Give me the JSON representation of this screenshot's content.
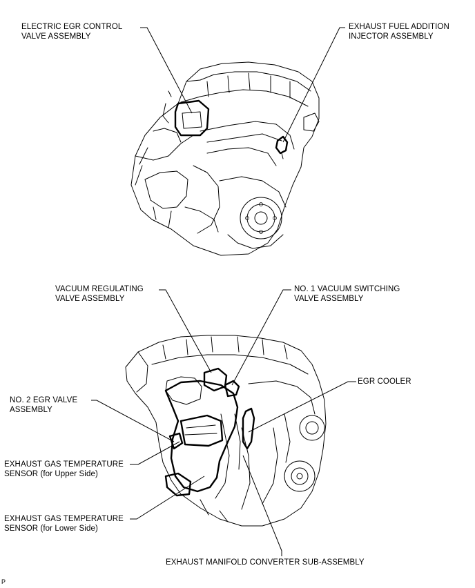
{
  "top_diagram": {
    "labels": {
      "egr_valve": [
        "ELECTRIC EGR CONTROL",
        "VALVE ASSEMBLY"
      ],
      "fuel_injector": [
        "EXHAUST FUEL ADDITION",
        "INJECTOR ASSEMBLY"
      ]
    }
  },
  "bottom_diagram": {
    "labels": {
      "vacuum_regulating": [
        "VACUUM REGULATING",
        "VALVE ASSEMBLY"
      ],
      "vacuum_switching": [
        "NO. 1 VACUUM SWITCHING",
        "VALVE ASSEMBLY"
      ],
      "egr_cooler": [
        "EGR COOLER"
      ],
      "egr_valve_2": [
        "NO. 2 EGR VALVE",
        "ASSEMBLY"
      ],
      "temp_upper": [
        "EXHAUST GAS TEMPERATURE",
        "SENSOR (for Upper Side)"
      ],
      "temp_lower": [
        "EXHAUST GAS TEMPERATURE",
        "SENSOR (for Lower Side)"
      ],
      "manifold": [
        "EXHAUST MANIFOLD CONVERTER SUB-ASSEMBLY"
      ]
    }
  },
  "corner_mark": "P"
}
